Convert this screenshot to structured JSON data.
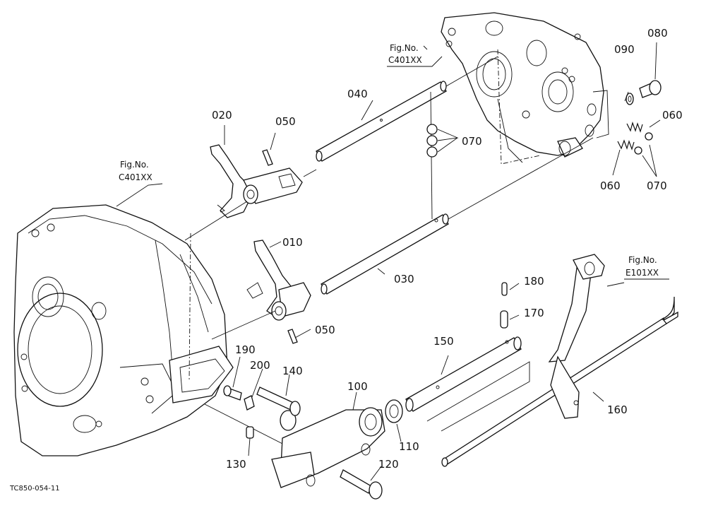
{
  "labels": {
    "p010": "010",
    "p020": "020",
    "p030": "030",
    "p040": "040",
    "p050a": "050",
    "p050b": "050",
    "p060a": "060",
    "p060b": "060",
    "p070a": "070",
    "p070b": "070",
    "p080": "080",
    "p090": "090",
    "p100": "100",
    "p110": "110",
    "p120": "120",
    "p130": "130",
    "p140": "140",
    "p150": "150",
    "p160": "160",
    "p170": "170",
    "p180": "180",
    "p190": "190",
    "p200": "200"
  },
  "fig_refs": {
    "top": {
      "line1": "Fig.No.",
      "line2": "C401XX"
    },
    "left": {
      "line1": "Fig.No.",
      "line2": "C401XX"
    },
    "right": {
      "line1": "Fig.No.",
      "line2": "E101XX"
    }
  },
  "drawing_code": "TC850-054-11"
}
